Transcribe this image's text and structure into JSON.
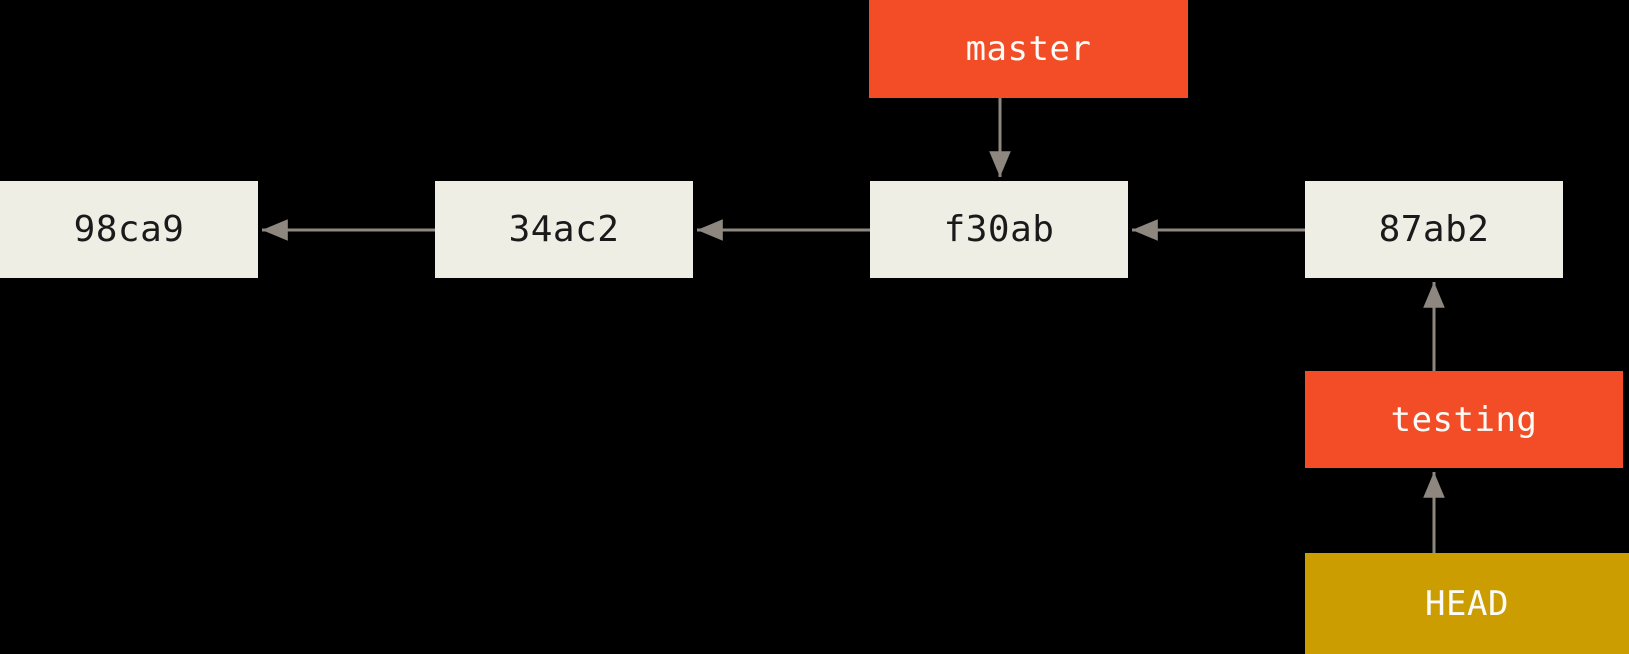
{
  "diagram": {
    "title": "git branch pointers with HEAD on testing",
    "background": "#000000",
    "colors": {
      "branch_label_bg": "#F24D27",
      "head_label_bg": "#CB9D01",
      "commit_box_bg": "#EFEEE5",
      "commit_text": "#1A1A1A",
      "label_text": "#FCFBF7",
      "arrow": "#8E8780"
    },
    "commits": [
      {
        "id": "98ca9"
      },
      {
        "id": "34ac2"
      },
      {
        "id": "f30ab"
      },
      {
        "id": "87ab2"
      }
    ],
    "branch_labels": [
      {
        "name": "master",
        "points_to": "f30ab"
      },
      {
        "name": "testing",
        "points_to": "87ab2"
      }
    ],
    "head_label": {
      "name": "HEAD",
      "points_to": "testing"
    },
    "edges": [
      {
        "from": "34ac2",
        "to": "98ca9",
        "type": "parent"
      },
      {
        "from": "f30ab",
        "to": "34ac2",
        "type": "parent"
      },
      {
        "from": "87ab2",
        "to": "f30ab",
        "type": "parent"
      },
      {
        "from": "master",
        "to": "f30ab",
        "type": "ref"
      },
      {
        "from": "testing",
        "to": "87ab2",
        "type": "ref"
      },
      {
        "from": "HEAD",
        "to": "testing",
        "type": "ref"
      }
    ]
  }
}
